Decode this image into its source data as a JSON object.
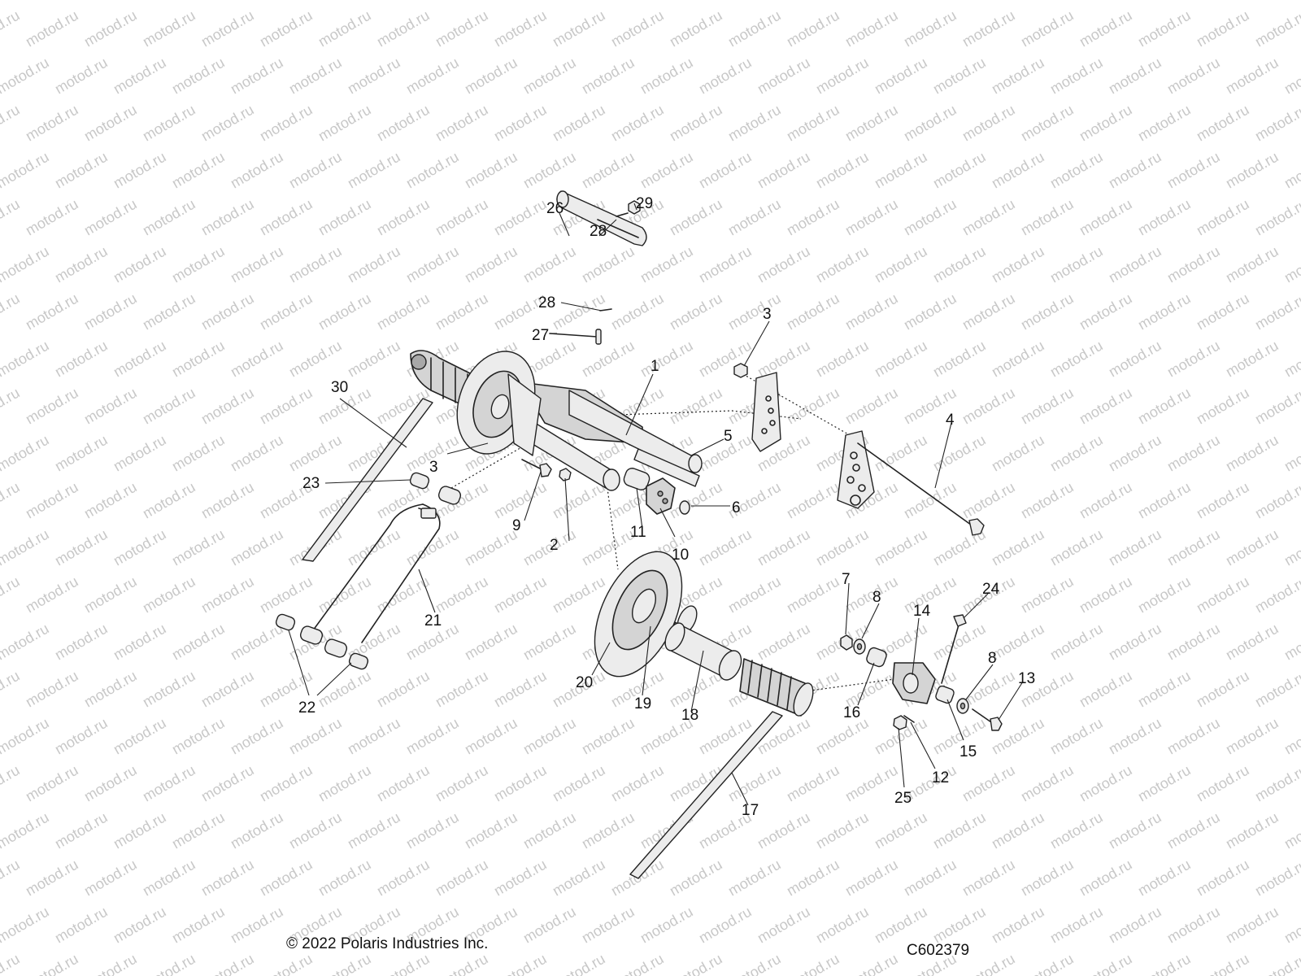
{
  "watermark": {
    "text": "motod.ru",
    "color": "#c8c8c8"
  },
  "footer": {
    "copyright": "© 2022 Polaris Industries Inc.",
    "figure_id": "C602379"
  },
  "callouts": [
    "1",
    "2",
    "3",
    "3",
    "4",
    "5",
    "6",
    "7",
    "8",
    "8",
    "9",
    "10",
    "11",
    "12",
    "13",
    "14",
    "15",
    "16",
    "17",
    "18",
    "19",
    "20",
    "21",
    "22",
    "23",
    "24",
    "25",
    "26",
    "27",
    "28",
    "28",
    "29",
    "30"
  ]
}
